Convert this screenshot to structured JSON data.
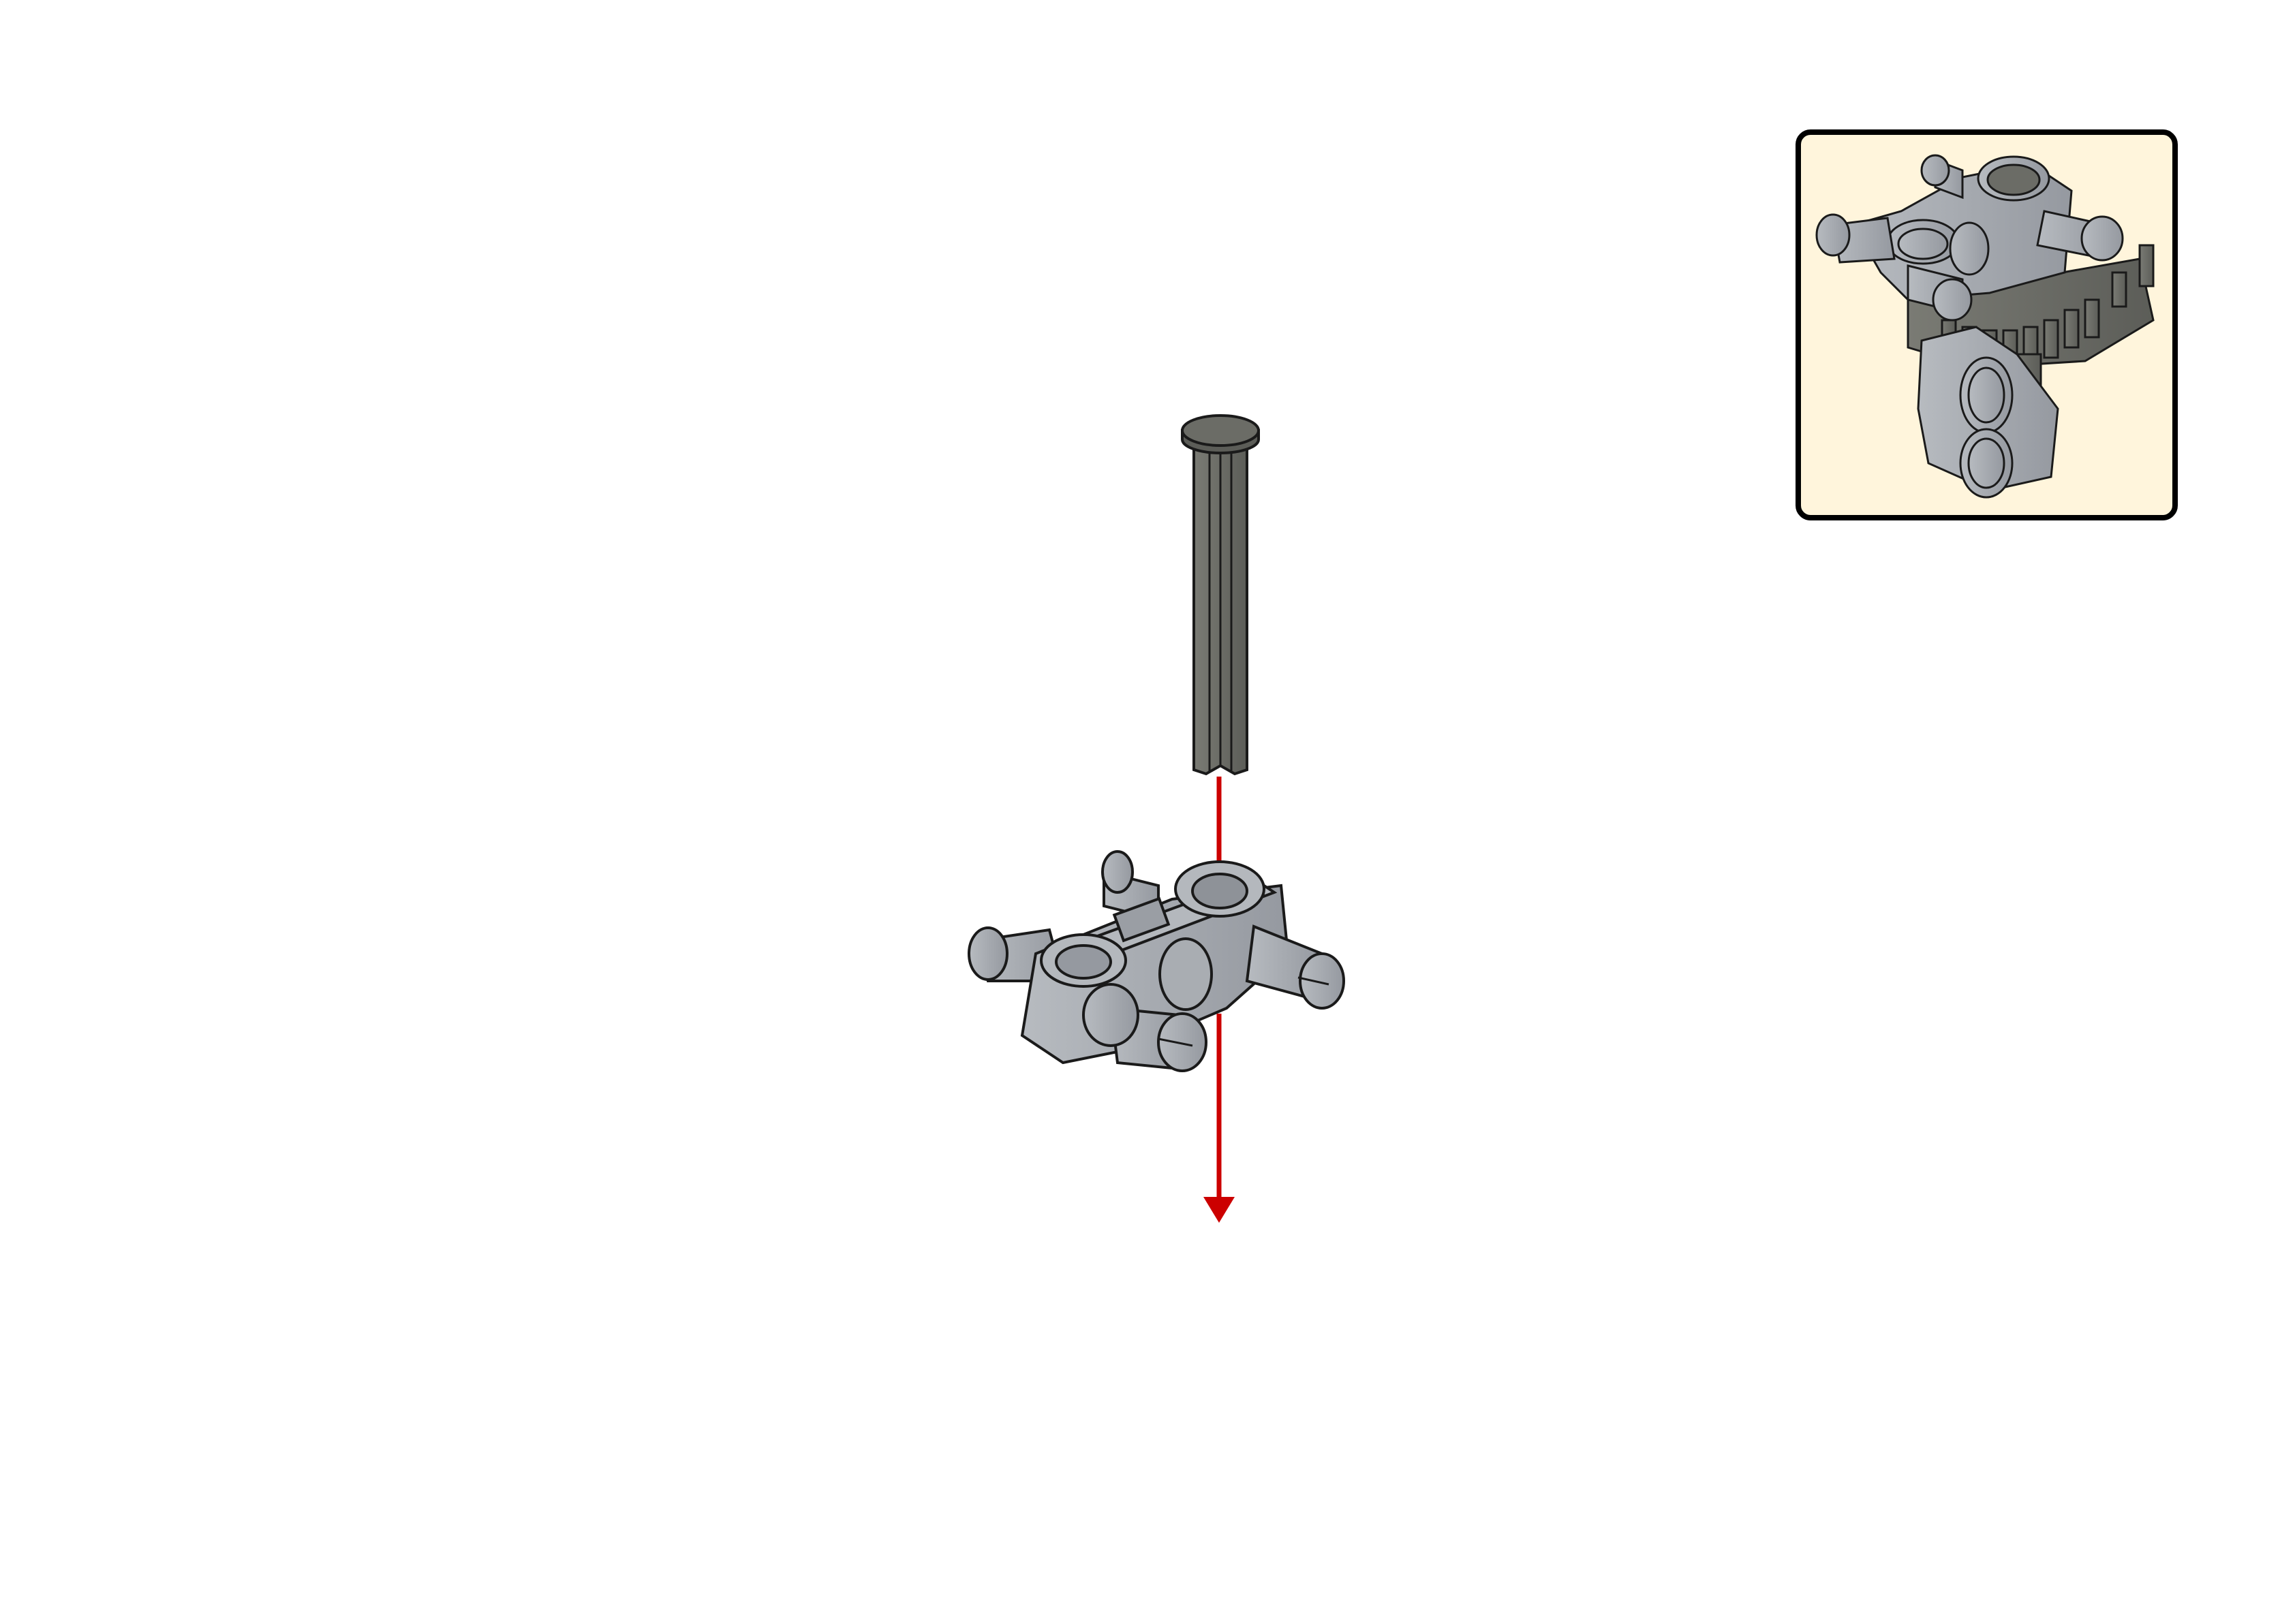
{
  "page": {
    "background": "#ffffff"
  },
  "colors": {
    "light_gray_part": "#a4a8ad",
    "dark_gray_part": "#6b6c66",
    "outline": "#1a1a1a",
    "arrow": "#cc0000",
    "callout_fill": "#fff5dc",
    "callout_border": "#000000"
  },
  "step": {
    "new_part": "axle",
    "target_part": "pin-connector-hub",
    "arrow_direction": "down"
  },
  "callout": {
    "content": "submodel-assembly-preview"
  }
}
